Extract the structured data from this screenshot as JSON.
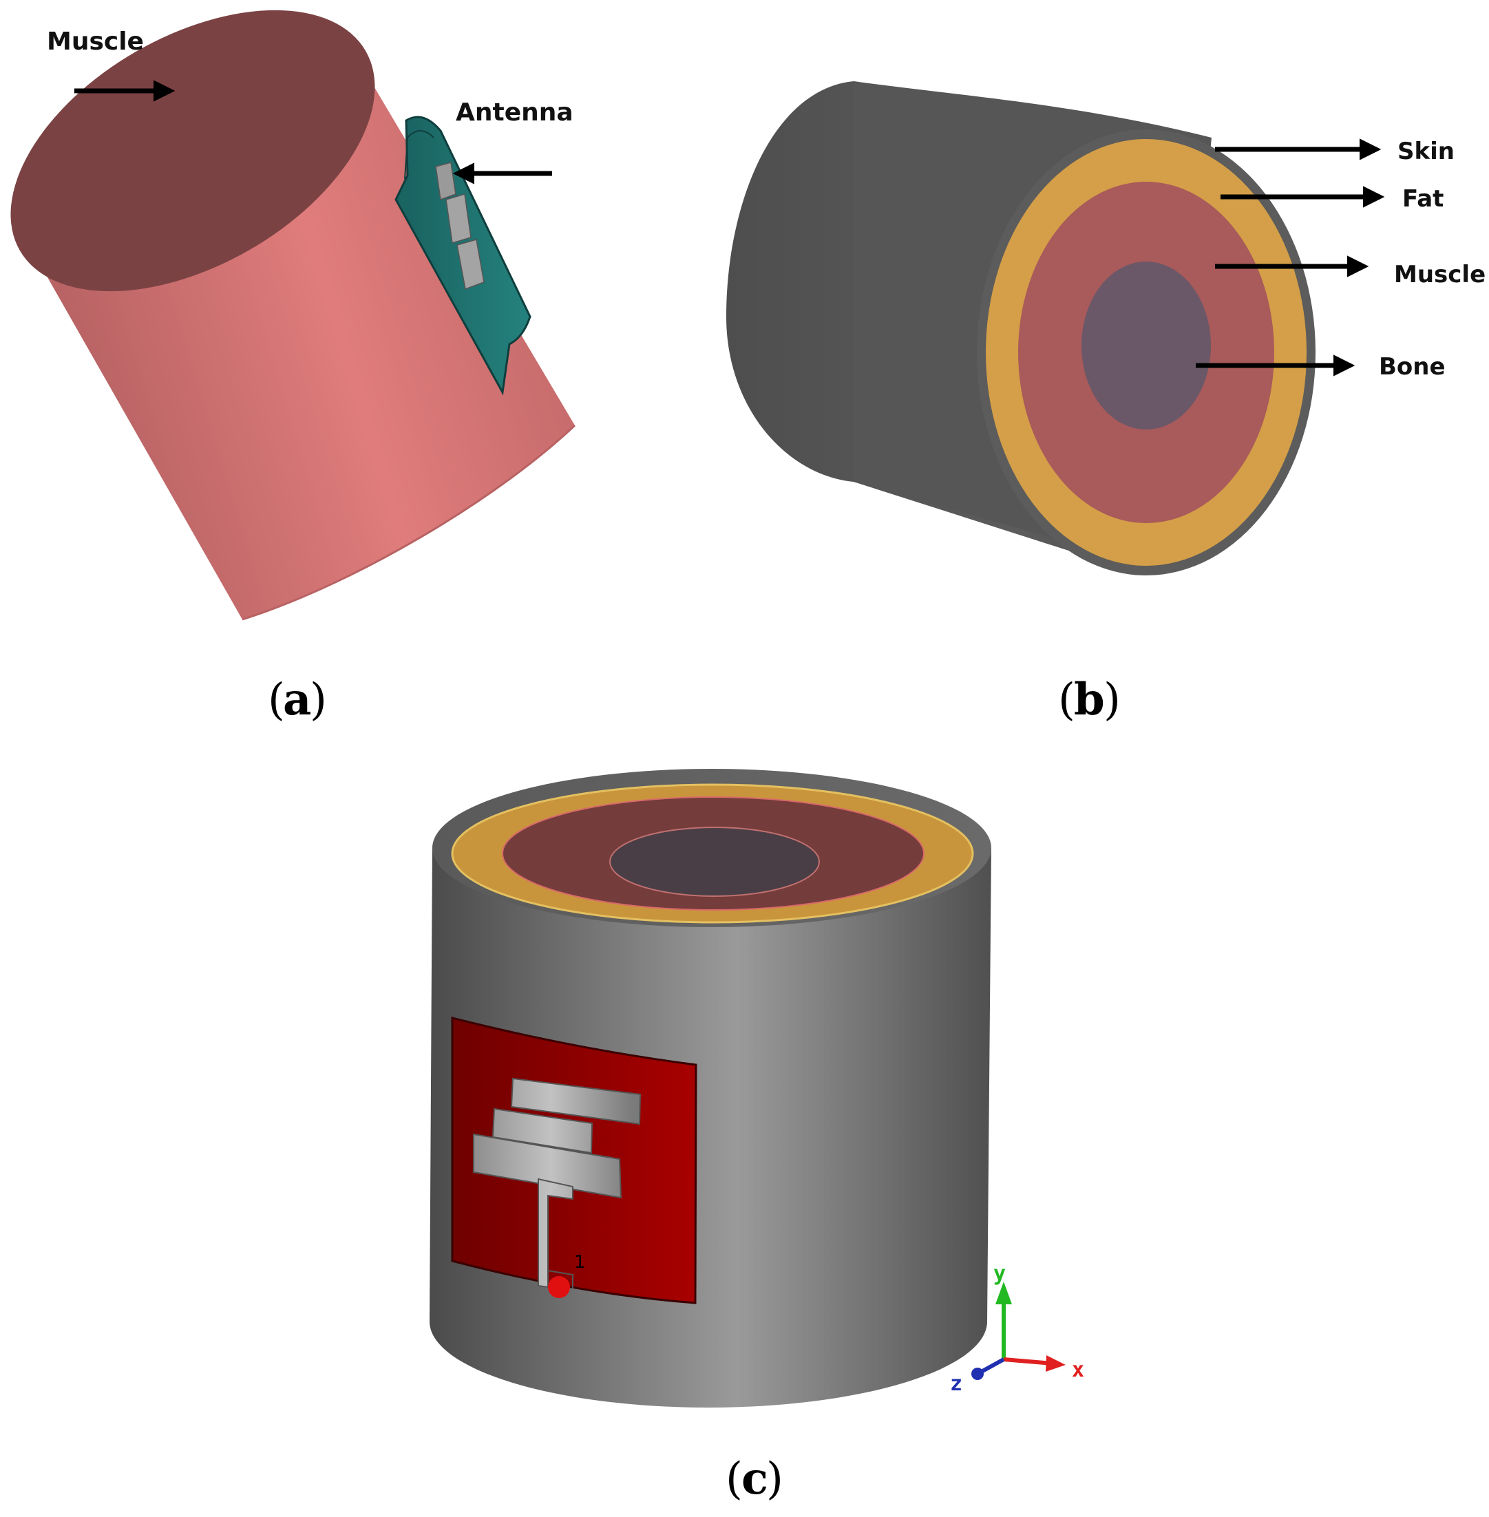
{
  "panel_a": {
    "muscle_label": "Muscle",
    "antenna_label": "Antenna",
    "caption": "(a)",
    "caption_letter": "a"
  },
  "panel_b": {
    "skin_label": "Skin",
    "fat_label": "Fat",
    "muscle_label": "Muscle",
    "bone_label": "Bone",
    "caption_letter": "b"
  },
  "panel_c": {
    "port_label": "1",
    "axis_y": "y",
    "axis_x": "x",
    "axis_z": "z",
    "caption_letter": "c"
  },
  "colors": {
    "muscle": "#e07a7a",
    "muscle_top": "#7a3f40",
    "skin": "#5a5a5a",
    "fat": "#d4a04a",
    "muscle_layer": "#a85858",
    "bone": "#6a5868",
    "substrate_teal": "#1f6a68",
    "patch_red": "#a00000",
    "metal_gray": "#b0b0b0"
  }
}
